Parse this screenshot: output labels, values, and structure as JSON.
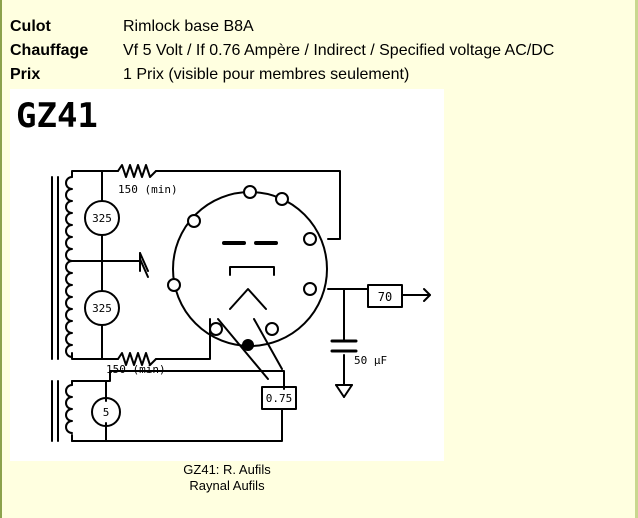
{
  "properties": [
    {
      "label": "Culot",
      "value": "Rimlock base B8A"
    },
    {
      "label": "Chauffage",
      "value": "Vf 5 Volt / If 0.76 Ampère / Indirect / Specified voltage AC/DC"
    },
    {
      "label": "Prix",
      "value": "1 Prix (visible pour membres seulement)"
    }
  ],
  "figure": {
    "title": "GZ41",
    "labels": {
      "r_top": "150 (min)",
      "r_bottom": "150 (min)",
      "v_top": "325",
      "v_mid": "325",
      "v_heater": "5",
      "out": "70",
      "cap": "50 μF",
      "amp": "0.75"
    }
  },
  "caption": {
    "line1": "GZ41: R. Aufils",
    "line2": "Raynal Aufils"
  },
  "colors": {
    "background": "#ffffe0",
    "rule": "#8ca24c"
  }
}
